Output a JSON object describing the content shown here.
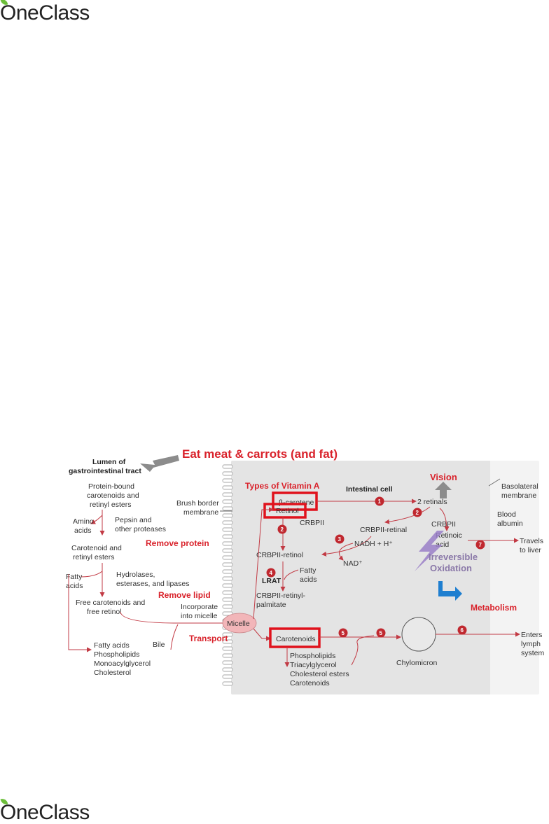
{
  "brand": {
    "name": "OneClass"
  },
  "heading": "Eat meat & carrots (and fat)",
  "lumen": {
    "title_line1": "Lumen of",
    "title_line2": "gastrointestinal tract"
  },
  "lumen_text": {
    "protein_bound_1": "Protein-bound",
    "protein_bound_2": "carotenoids and",
    "protein_bound_3": "retinyl esters",
    "amino_1": "Amino",
    "amino_2": "acids",
    "pepsin_1": "Pepsin and",
    "pepsin_2": "other proteases",
    "carotenoid_1": "Carotenoid and",
    "carotenoid_2": "retinyl esters",
    "fatty_1": "Fatty",
    "fatty_2": "acids",
    "hydrolases_1": "Hydrolases,",
    "hydrolases_2": "esterases, and lipases",
    "free_1": "Free carotenoids and",
    "free_2": "free retinol",
    "incorporate_1": "Incorporate",
    "incorporate_2": "into micelle",
    "bile": "Bile",
    "lipid_1": "Fatty acids",
    "lipid_2": "Phospholipids",
    "lipid_3": "Monoacylglycerol",
    "lipid_4": "Cholesterol"
  },
  "annotations": {
    "types": "Types of Vitamin A",
    "remove_protein": "Remove protein",
    "remove_lipid": "Remove lipid",
    "transport": "Transport",
    "vision": "Vision",
    "metabolism": "Metabolism",
    "irreversible_1": "Irreversible",
    "irreversible_2": "Oxidation"
  },
  "cell": {
    "title": "Intestinal cell",
    "brush_1": "Brush border",
    "brush_2": "membrane",
    "basolateral_1": "Basolateral",
    "basolateral_2": "membrane",
    "blood_1": "Blood",
    "blood_2": "albumin",
    "travels_1": "Travels",
    "travels_2": "to liver",
    "enters_1": "Enters",
    "enters_2": "lymph",
    "enters_3": "system",
    "micelle": "Micelle",
    "b_carotene": "β-carotene",
    "retinol": "Retinol",
    "crbpii_a": "CRBPII",
    "two_retinals": "2 retinals",
    "crbpii_b": "CRBPII",
    "crbpii_retinal": "CRBPII-retinal",
    "nadh": "NADH + H⁺",
    "nad": "NAD⁺",
    "crbpii_retinol": "CRBPII-retinol",
    "lrat": "LRAT",
    "fatty_1": "Fatty",
    "fatty_2": "acids",
    "palmitate_1": "CRBPII-retinyl-",
    "palmitate_2": "palmitate",
    "retinoic_1": "Retinoic",
    "retinoic_2": "acid",
    "carotenoids": "Carotenoids",
    "chylo_1": "Phospholipids",
    "chylo_2": "Triacylglycerol",
    "chylo_3": "Cholesterol esters",
    "chylo_4": "Carotenoids",
    "chylomicron": "Chylomicron"
  },
  "steps": [
    "1",
    "2",
    "2",
    "3",
    "4",
    "5",
    "5",
    "6",
    "7"
  ],
  "colors": {
    "accent_red": "#d9222b",
    "cell_gray": "#e4e4e4",
    "purple": "#8a78a8",
    "blue": "#1f7fd0"
  }
}
